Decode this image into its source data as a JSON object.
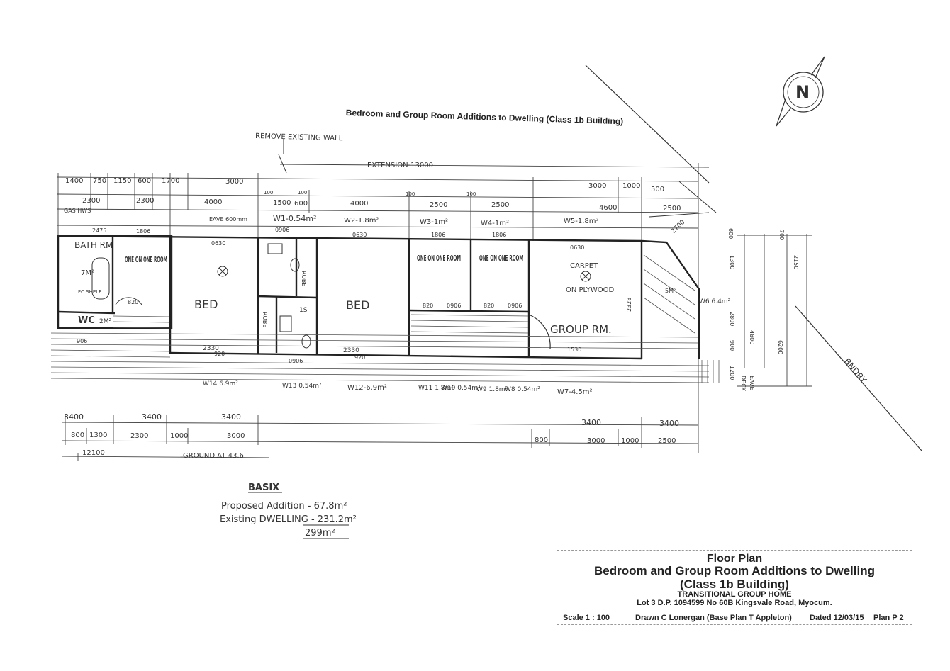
{
  "heading": "Bedroom and Group Room Additions to Dwelling (Class 1b Building)",
  "notes": {
    "remove_wall": "REMOVE EXISTING WALL",
    "extension": "EXTENSION-13000",
    "ground": "GROUND AT 43.6",
    "bndry": "BNDRY",
    "north": "N"
  },
  "rooms": {
    "bath": "BATH RM",
    "wc": "WC",
    "wc_area": "2M²",
    "bath_area": "7M²",
    "fc_shelf": "FC SHELF",
    "gas_hws": "GAS HWS",
    "one_room_a": "ONE ON ONE ROOM",
    "bed_1": "BED",
    "robe_1": "ROBE",
    "robe_2": "ROBE",
    "bed_2": "BED",
    "one_room_b": "ONE ON ONE ROOM",
    "one_room_c": "ONE ON ONE ROOM",
    "group": "GROUP RM.",
    "carpet": "CARPET",
    "plywood": "ON PLYWOOD",
    "deck": "DECK",
    "eave": "EAVE",
    "eave_600": "EAVE 600mm",
    "ns": "1S"
  },
  "windows": {
    "w1": "W1-0.54m²",
    "w2": "W2-1.8m²",
    "w3": "W3-1m²",
    "w4": "W4-1m²",
    "w5": "W5-1.8m²",
    "w6": "W6 6.4m²",
    "w7": "W7-4.5m²",
    "w8": "W8 0.54m²",
    "w9": "W9 1.8m²",
    "w10": "W10 0.54m²",
    "w11": "W11 1.8m²",
    "w12": "W12-6.9m²",
    "w13": "W13 0.54m²",
    "w14": "W14 6.9m²"
  },
  "dims_top1": [
    "1400",
    "750",
    "1150",
    "600",
    "1700",
    "3000",
    "3000",
    "1000",
    "500"
  ],
  "dims_top2": [
    "2300",
    "2300",
    "4000",
    "100",
    "1500",
    "100",
    "600",
    "4000",
    "100",
    "2500",
    "100",
    "2500",
    "4600",
    "2500"
  ],
  "dims_doors": [
    "2475",
    "1806",
    "0906",
    "0630",
    "0630",
    "1806",
    "1806",
    "0630",
    "1530",
    "820",
    "820",
    "0906",
    "820",
    "0906",
    "0906",
    "920",
    "920",
    "2330",
    "2330",
    "2700",
    "2328",
    "5M²"
  ],
  "dims_right": [
    "1300",
    "2150",
    "2800",
    "4800",
    "6200",
    "700",
    "1200",
    "900",
    "600"
  ],
  "dims_bottom1": [
    "3400",
    "3400",
    "3400",
    "3400",
    "3400"
  ],
  "dims_bottom2": [
    "800",
    "1300",
    "2300",
    "1000",
    "3000",
    "800",
    "3000",
    "1000",
    "2500"
  ],
  "dims_bottom3": [
    "12100",
    "906"
  ],
  "basix": {
    "title": "BASIX",
    "proposed": "Proposed Addition - 67.8m²",
    "existing": "Existing DWELLING - 231.2m²",
    "total": "299m²"
  },
  "title_block": {
    "title": "Floor Plan",
    "sub1": "Bedroom and Group Room Additions to Dwelling",
    "sub2": "(Class 1b Building)",
    "org": "TRANSITIONAL GROUP HOME",
    "lot": "Lot 3 D.P. 1094599 No 60B Kingsvale Road, Myocum.",
    "scale": "Scale 1 : 100",
    "drawn": "Drawn C Lonergan (Base Plan T Appleton)",
    "dated": "Dated 12/03/15",
    "plan": "Plan P 2"
  }
}
